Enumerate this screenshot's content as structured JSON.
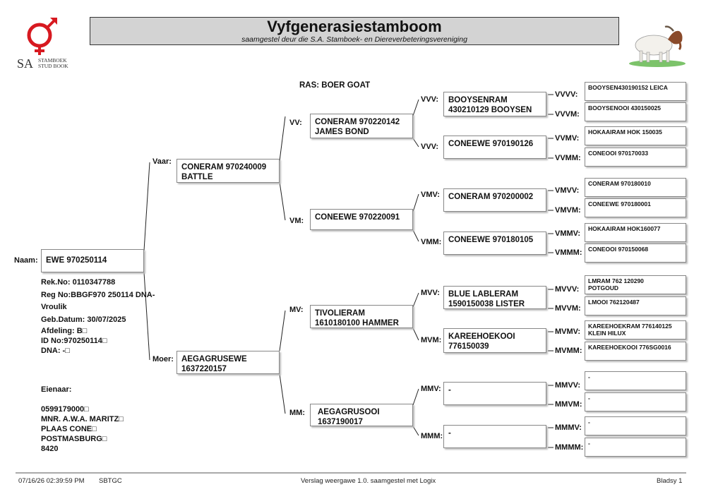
{
  "header": {
    "title": "Vyfgenerasiestamboom",
    "subtitle": "saamgestel deur die S.A. Stamboek- en Diereverbeteringsvereniging",
    "logo_sa": "SA",
    "logo_line1": "STAMBOEK",
    "logo_line2": "STUD BOOK",
    "accent_color": "#d71920"
  },
  "breed": "RAS: BOER GOAT",
  "animal": {
    "label": "Naam:",
    "name": "EWE 970250114",
    "rek_no": "Rek.No: 0110347788",
    "reg_no": "Reg No:BBGF970 250114 DNA-",
    "sex": "Vroulik",
    "birth": "Geb.Datum: 30/07/2025",
    "afdeling": "Afdeling: B□",
    "id_no": "ID No:970250114□",
    "dna": "DNA: -□"
  },
  "owner": {
    "label": "Eienaar:",
    "lines": "0599179000□\nMNR. A.W.A. MARITZ□\nPLAAS CONE□\nPOSTMASBURG□\n8420"
  },
  "gen1": {
    "sire": {
      "label": "Vaar:",
      "text": "CONERAM 970240009\nBATTLE"
    },
    "dam": {
      "label": "Moer:",
      "text": "AEGAGRUSEWE\n1637220157"
    }
  },
  "gen2": {
    "vv": {
      "label": "VV:",
      "text": "CONERAM 970220142\nJAMES BOND"
    },
    "vm": {
      "label": "VM:",
      "text": "CONEEWE 970220091"
    },
    "mv": {
      "label": "MV:",
      "text": "TIVOLIERAM\n1610180100 HAMMER"
    },
    "mm": {
      "label": "MM:",
      "text": "AEGAGRUSOOI\n1637190017"
    }
  },
  "gen3": {
    "vvv": {
      "label": "VVV:",
      "text": "BOOYSENRAM\n430210129 BOOYSEN"
    },
    "vvm": {
      "label": "VVV:",
      "text": "CONEEWE 970190126"
    },
    "vmv": {
      "label": "VMV:",
      "text": "CONERAM 970200002"
    },
    "vmm": {
      "label": "VMM:",
      "text": "CONEEWE 970180105"
    },
    "mvv": {
      "label": "MVV:",
      "text": "BLUE LABLERAM\n1590150038 LISTER"
    },
    "mvm": {
      "label": "MVM:",
      "text": "KAREEHOEKOOI\n776150039"
    },
    "mmv": {
      "label": "MMV:",
      "text": "-"
    },
    "mmm": {
      "label": "MMM:",
      "text": "-"
    }
  },
  "gen4": [
    {
      "label": "VVVV:",
      "text": "BOOYSEN430190152 LEICA"
    },
    {
      "label": "VVVM:",
      "text": "BOOYSENOOI 430150025"
    },
    {
      "label": "VVMV:",
      "text": "HOKAAIRAM HOK 150035"
    },
    {
      "label": "VVMM:",
      "text": "CONEOOI 970170033"
    },
    {
      "label": "VMVV:",
      "text": "CONERAM 970180010"
    },
    {
      "label": "VMVM:",
      "text": "CONEEWE 970180001"
    },
    {
      "label": "VMMV:",
      "text": "HOKAAIRAM HOK160077"
    },
    {
      "label": "VMMM:",
      "text": "CONEOOI 970150068"
    },
    {
      "label": "MVVV:",
      "text": "LMRAM 762 120290\nPOTGOUD"
    },
    {
      "label": "MVVM:",
      "text": "LMOOI 762120487"
    },
    {
      "label": "MVMV:",
      "text": "KAREEHOEKRAM 776140125\nKLEIN HILUX"
    },
    {
      "label": "MVMM:",
      "text": "KAREEHOEKOOI 776SG0016"
    },
    {
      "label": "MMVV:",
      "text": "-"
    },
    {
      "label": "MMVM:",
      "text": "-"
    },
    {
      "label": "MMMV:",
      "text": "-"
    },
    {
      "label": "MMMM:",
      "text": "-"
    }
  ],
  "footer": {
    "timestamp": "07/16/26 02:39:59 PM",
    "code": "SBTGC",
    "version": "Verslag weergawe 1.0. saamgestel met Logix",
    "page": "Bladsy 1"
  }
}
